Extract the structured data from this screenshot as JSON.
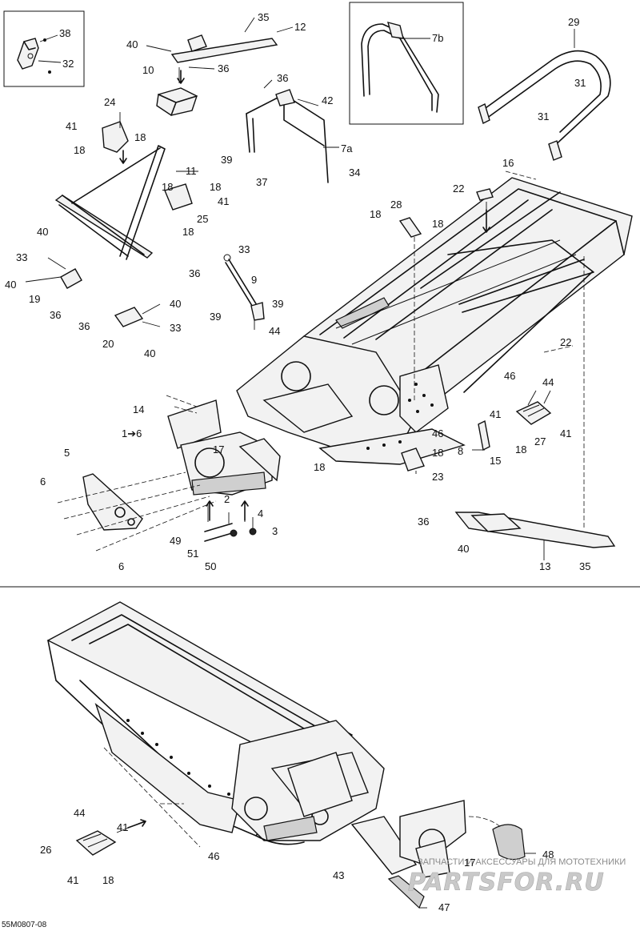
{
  "figure_code": "55M0807-08",
  "watermark": {
    "tagline": "ЗАПЧАСТИ И АКСЕССУАРЫ ДЛЯ МОТОТЕХНИКИ",
    "logo": "PARTSFOR.RU"
  },
  "callouts": {
    "c38": "38",
    "c32": "32",
    "c35a": "35",
    "c12": "12",
    "c40a": "40",
    "c36a": "36",
    "c10": "10",
    "c7b": "7b",
    "c29": "29",
    "c31a": "31",
    "c31b": "31",
    "c24": "24",
    "c41a": "41",
    "c18a": "18",
    "c18b": "18",
    "c36b": "36",
    "c42": "42",
    "c7a": "7a",
    "c39a": "39",
    "c37": "37",
    "c34": "34",
    "c11": "11",
    "c18c": "18",
    "c18d": "18",
    "c41b": "41",
    "c25": "25",
    "c18e": "18",
    "c16": "16",
    "c22a": "22",
    "c28": "28",
    "c18f": "18",
    "c18g": "18",
    "c40b": "40",
    "c33a": "33",
    "c40c": "40",
    "c19": "19",
    "c36c": "36",
    "c33b": "33",
    "c36d": "36",
    "c9": "9",
    "c39b": "39",
    "c39c": "39",
    "c44a": "44",
    "c40d": "40",
    "c36e": "36",
    "c33c": "33",
    "c20": "20",
    "c40e": "40",
    "c22b": "22",
    "c46a": "46",
    "c44b": "44",
    "c14": "14",
    "c1": "1➔6",
    "c17a": "17",
    "c41c": "41",
    "c41d": "41",
    "c27": "27",
    "c18h": "18",
    "c46b": "46",
    "c18i": "18",
    "c8": "8",
    "c15": "15",
    "c23": "23",
    "c18j": "18",
    "c5": "5",
    "c6a": "6",
    "c2": "2",
    "c4": "4",
    "c3": "3",
    "c49": "49",
    "c51": "51",
    "c50": "50",
    "c6b": "6",
    "c36f": "36",
    "c40f": "40",
    "c13": "13",
    "c35b": "35",
    "c44c": "44",
    "c41e": "41",
    "c26": "26",
    "c41f": "41",
    "c18k": "18",
    "c46c": "46",
    "c43": "43",
    "c17b": "17",
    "c48": "48",
    "c47": "47"
  }
}
